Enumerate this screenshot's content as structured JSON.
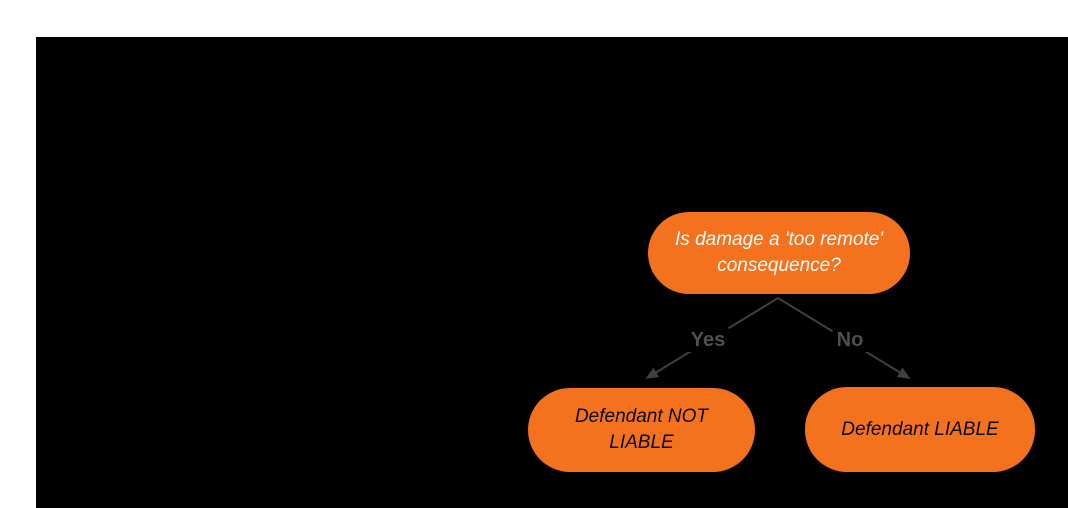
{
  "page": {
    "background": "#ffffff"
  },
  "stage": {
    "background": "#000000"
  },
  "colors": {
    "node_fill": "#f4721e",
    "decision_text": "#fcfcfc",
    "outcome_text": "#0a0a0a",
    "arrow": "#3f3f3f",
    "edge_label_text": "#4f4f4f"
  },
  "flowchart": {
    "decision": {
      "label": "Is damage a 'too remote' consequence?"
    },
    "edge_yes": {
      "label": "Yes"
    },
    "edge_no": {
      "label": "No"
    },
    "outcome_not_liable": {
      "label": "Defendant NOT LIABLE"
    },
    "outcome_liable": {
      "label": "Defendant LIABLE"
    }
  }
}
